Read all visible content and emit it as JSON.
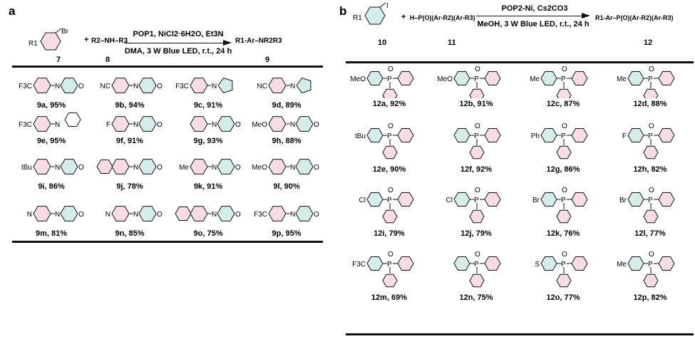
{
  "panel_a": {
    "letter": "a",
    "conditions_top": "POP1, NiCl2·6H2O, Et3N",
    "conditions_bottom": "DMA, 3 W Blue LED, r.t., 24 h",
    "reactant1_sub": "R1",
    "reactant1_x": "Br",
    "reactant1_num": "7",
    "reactant2": "R2–NH–R3",
    "reactant2_num": "8",
    "product": "R1-Ar–NR2R3",
    "product_num": "9",
    "plus": "+",
    "compounds": [
      {
        "label": "9a, 95%",
        "sub": "F3C",
        "amine": "morpholine"
      },
      {
        "label": "9b, 94%",
        "sub": "NC",
        "amine": "morpholine"
      },
      {
        "label": "9c, 91%",
        "sub": "F3C",
        "amine": "pyrrolidine"
      },
      {
        "label": "9d, 89%",
        "sub": "NC",
        "amine": "pyrrolidine"
      },
      {
        "label": "9e, 95%",
        "sub": "F3C",
        "amine": "cyclohexylamine"
      },
      {
        "label": "9f, 91%",
        "sub": "F",
        "amine": "morpholine"
      },
      {
        "label": "9g, 93%",
        "sub": "",
        "amine": "morpholine"
      },
      {
        "label": "9h, 88%",
        "sub": "MeO",
        "amine": "morpholine"
      },
      {
        "label": "9i, 86%",
        "sub": "tBu",
        "amine": "morpholine"
      },
      {
        "label": "9j, 78%",
        "sub": "",
        "amine": "morpholine",
        "fused": true
      },
      {
        "label": "9k, 91%",
        "sub": "Me",
        "amine": "morpholine"
      },
      {
        "label": "9l, 90%",
        "sub": "MeO",
        "amine": "morpholine"
      },
      {
        "label": "9m, 81%",
        "sub": "N",
        "amine": "morpholine"
      },
      {
        "label": "9n, 85%",
        "sub": "N",
        "amine": "morpholine"
      },
      {
        "label": "9o, 75%",
        "sub": "",
        "amine": "morpholine",
        "fused": true
      },
      {
        "label": "9p, 95%",
        "sub": "F3C",
        "amine": "morpholine"
      }
    ]
  },
  "panel_b": {
    "letter": "b",
    "conditions_top": "POP2-Ni, Cs2CO3",
    "conditions_bottom": "MeOH, 3 W Blue LED, r.t., 24 h",
    "reactant1_sub": "R1",
    "reactant1_x": "I",
    "reactant1_num": "10",
    "reactant2": "H–P(O)(Ar-R2)(Ar-R3)",
    "reactant2_num": "11",
    "product": "R1-Ar–P(O)(Ar-R2)(Ar-R3)",
    "product_num": "12",
    "plus": "+",
    "compounds": [
      {
        "label": "12a, 92%",
        "sub": "MeO"
      },
      {
        "label": "12b, 91%",
        "sub": "MeO"
      },
      {
        "label": "12c, 87%",
        "sub": "Me"
      },
      {
        "label": "12d, 88%",
        "sub": "Me"
      },
      {
        "label": "12e, 90%",
        "sub": "tBu"
      },
      {
        "label": "12f, 92%",
        "sub": ""
      },
      {
        "label": "12g, 86%",
        "sub": "Ph"
      },
      {
        "label": "12h, 82%",
        "sub": "F"
      },
      {
        "label": "12i, 79%",
        "sub": "Cl"
      },
      {
        "label": "12j, 79%",
        "sub": "Cl"
      },
      {
        "label": "12k, 76%",
        "sub": "Br"
      },
      {
        "label": "12l, 77%",
        "sub": "Br"
      },
      {
        "label": "12m, 69%",
        "sub": "F3C"
      },
      {
        "label": "12n, 75%",
        "sub": ""
      },
      {
        "label": "12o, 77%",
        "sub": "S"
      },
      {
        "label": "12p, 82%",
        "sub": "Me"
      }
    ]
  },
  "colors": {
    "pink": "#f6dde3",
    "teal": "#d6ece9",
    "line": "#111111"
  }
}
